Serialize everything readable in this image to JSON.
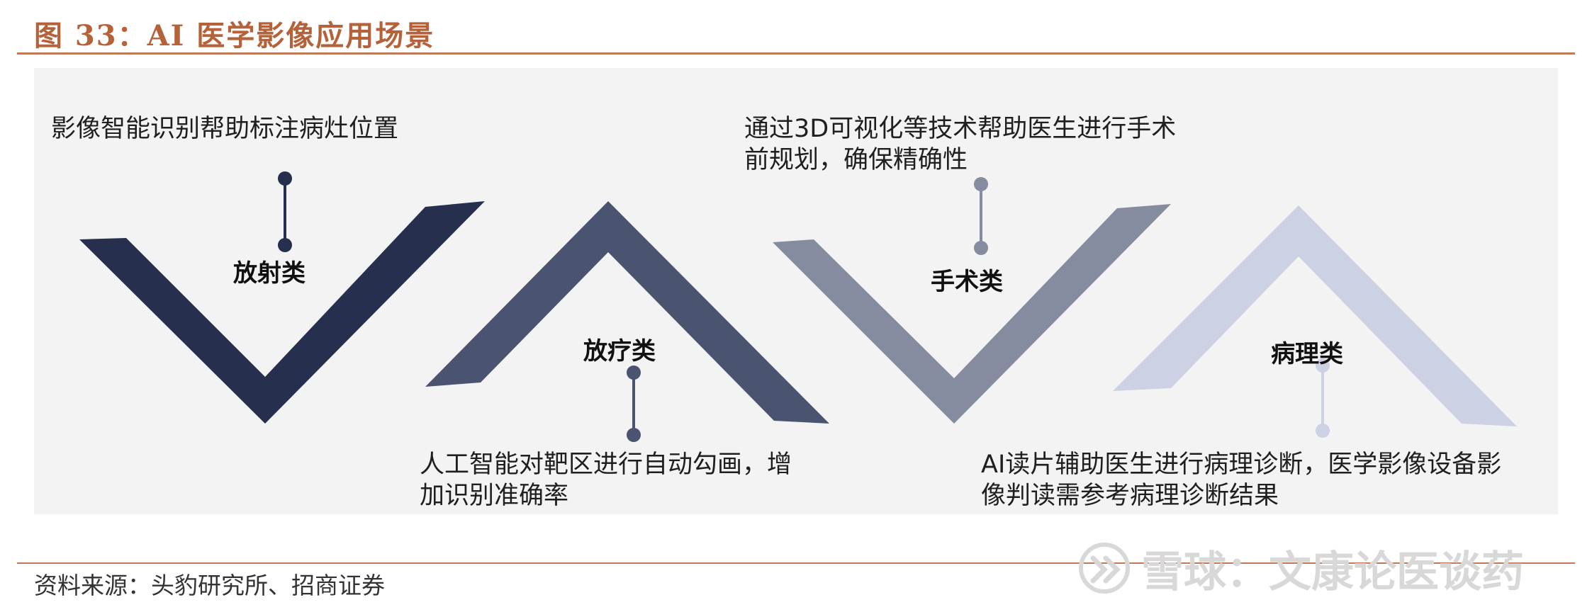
{
  "title": "图 33：AI 医学影像应用场景",
  "categories": [
    {
      "name": "放射类",
      "description": [
        "影像智能识别帮助标注病灶位置"
      ],
      "color": "#262f4d"
    },
    {
      "name": "放疗类",
      "description": [
        "人工智能对靶区进行自动勾画，增",
        "加识别准确率"
      ],
      "color": "#4a5470"
    },
    {
      "name": "手术类",
      "description": [
        "通过3D可视化等技术帮助医生进行手术",
        "前规划，确保精确性"
      ],
      "color": "#868c9f"
    },
    {
      "name": "病理类",
      "description": [
        "AI读片辅助医生进行病理诊断，医学影像设备影",
        "像判读需参考病理诊断结果"
      ],
      "color": "#ccd1e3"
    }
  ],
  "source": "资料来源：头豹研究所、招商证券",
  "watermark": {
    "text": "雪球：文康论医谈药",
    "icon": "snowball-logo-icon"
  }
}
